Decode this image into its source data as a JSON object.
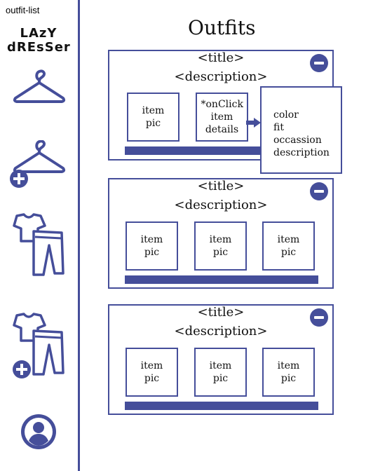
{
  "page_label": "outfit-list",
  "logo": {
    "line1": "LAzY",
    "line2": "dREsSer"
  },
  "sidebar": {
    "items": [
      {
        "name": "outfits",
        "icon": "hanger-icon"
      },
      {
        "name": "add-outfit",
        "icon": "hanger-add-icon"
      },
      {
        "name": "items",
        "icon": "clothes-icon"
      },
      {
        "name": "add-item",
        "icon": "clothes-add-icon"
      },
      {
        "name": "profile",
        "icon": "user-icon"
      }
    ]
  },
  "heading": "Outfits",
  "outfits": [
    {
      "title": "<title>",
      "description": "<description>",
      "items": [
        {
          "label1": "item",
          "label2": "pic"
        },
        {
          "label1": "*onClick",
          "label2": "item",
          "label3": "details"
        }
      ]
    },
    {
      "title": "<title>",
      "description": "<description>",
      "items": [
        {
          "label1": "item",
          "label2": "pic"
        },
        {
          "label1": "item",
          "label2": "pic"
        },
        {
          "label1": "item",
          "label2": "pic"
        }
      ]
    },
    {
      "title": "<title>",
      "description": "<description>",
      "items": [
        {
          "label1": "item",
          "label2": "pic"
        },
        {
          "label1": "item",
          "label2": "pic"
        },
        {
          "label1": "item",
          "label2": "pic"
        }
      ]
    }
  ],
  "item_details": {
    "fields": [
      "color",
      "fit",
      "occassion",
      "description"
    ]
  },
  "colors": {
    "accent": "#454e9a"
  }
}
